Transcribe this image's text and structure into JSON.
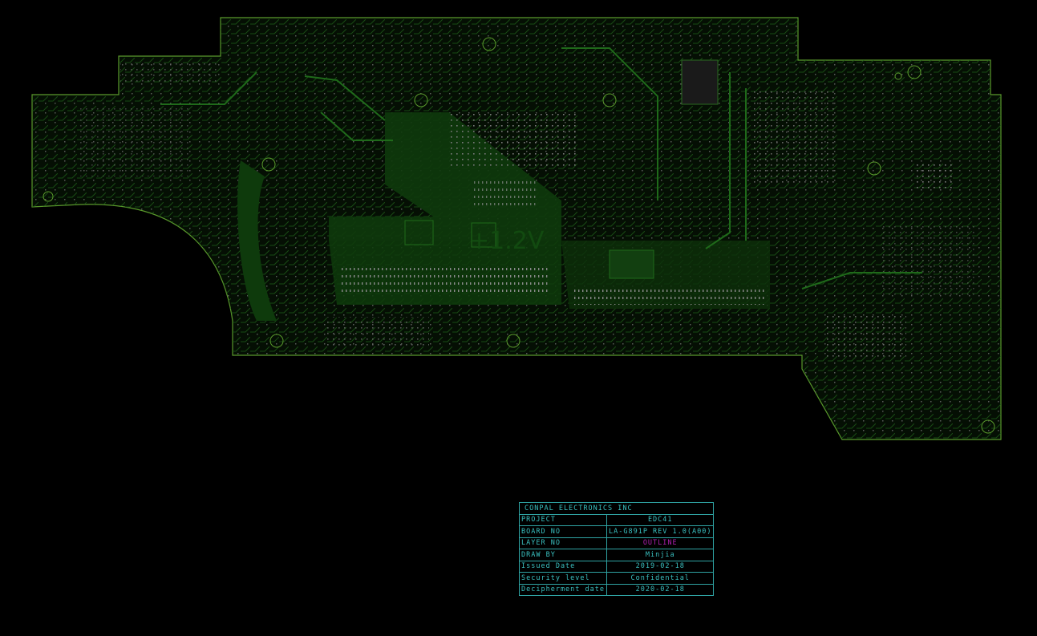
{
  "board": {
    "plane_label": "+1.2V",
    "colors": {
      "outline": "#5a9a2c",
      "plane": "#0e3a0c",
      "trace": "#1f6a1a",
      "pad": "#8a8a8a",
      "background": "#000000"
    }
  },
  "title_block": {
    "company": "CONPAL ELECTRONICS  INC",
    "rows": [
      {
        "label": "PROJECT",
        "value": "EDC41"
      },
      {
        "label": "BOARD NO",
        "value": "LA-G891P REV 1.0(A00)"
      },
      {
        "label": "LAYER NO",
        "value": "OUTLINE"
      },
      {
        "label": "DRAW BY",
        "value": "Minjia"
      },
      {
        "label": "Issued Date",
        "value": "2019-02-18"
      },
      {
        "label": "Security level",
        "value": "Confidential"
      },
      {
        "label": "Decipherment date",
        "value": "2020-02-18"
      }
    ],
    "colors": {
      "border": "#2fa3a3",
      "text": "#3ac0c0",
      "layer": "#b01fb0"
    }
  }
}
